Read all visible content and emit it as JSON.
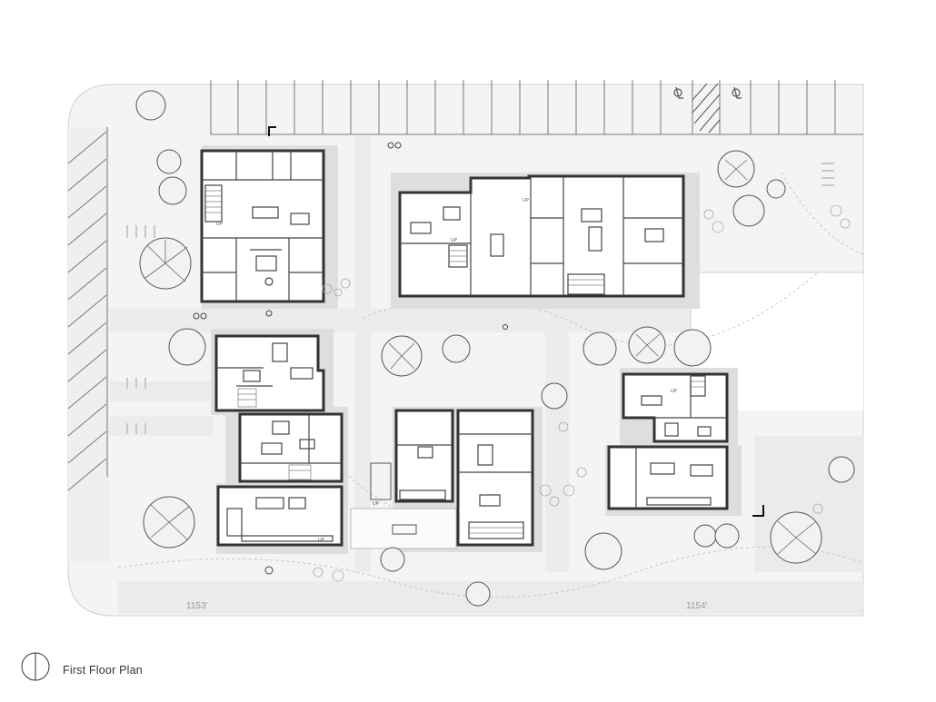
{
  "title": "First Floor Plan",
  "contours": [
    "1153'",
    "1154'"
  ],
  "stair_labels": [
    "UP",
    "UP",
    "UP",
    "UP",
    "UP",
    "UP"
  ],
  "colors": {
    "paving": "#ececec",
    "path": "#f3f3f3",
    "wall": "#333333",
    "shadow": "#dcdcdc",
    "tree_fill": "#f2f2f2",
    "line": "#888888"
  },
  "icons": [
    "north-arrow-icon",
    "accessible-parking-icon",
    "tree-icon"
  ]
}
